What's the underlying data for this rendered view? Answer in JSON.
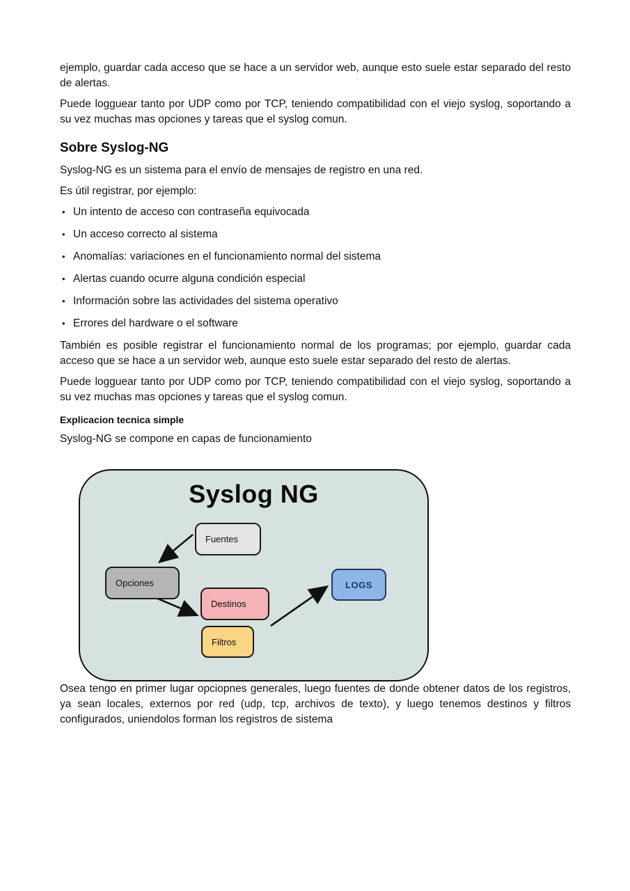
{
  "doc": {
    "bullet_glyph": "•",
    "intro_paragraphs": [
      "ejemplo, guardar cada acceso que se hace a un servidor web, aunque esto suele estar separado del resto de alertas.",
      "Puede logguear tanto por UDP como por TCP, teniendo compatibilidad con el viejo syslog, soportando a su vez muchas mas opciones y tareas que el syslog comun."
    ],
    "section_heading": "Sobre Syslog-NG",
    "section_paragraphs": [
      "Syslog-NG es un sistema para el envío de mensajes de registro en una red.",
      "Es útil registrar, por ejemplo:"
    ],
    "bullets": [
      "Un intento de acceso con contraseña equivocada",
      "Un acceso correcto al sistema",
      "Anomalías: variaciones en el funcionamiento normal del sistema",
      "Alertas cuando ocurre alguna condición especial",
      "Información sobre las actividades del sistema operativo",
      "Errores del hardware o el software"
    ],
    "after_bullets_paragraphs": [
      "También es posible registrar el funcionamiento normal de los programas; por ejemplo, guardar cada acceso que se hace a un servidor web, aunque esto suele estar separado del resto de alertas.",
      "Puede logguear tanto por UDP como por TCP, teniendo compatibilidad con el viejo syslog, soportando a su vez muchas mas opciones y tareas que el syslog comun."
    ],
    "sub_heading": "Explicacion tecnica simple",
    "sub_paragraph": "Syslog-NG se compone en capas de funcionamiento",
    "closing_paragraph": "Osea tengo en primer lugar opciopnes generales, luego fuentes de donde obtener datos de los registros, ya sean locales, externos por red (udp, tcp, archivos de texto), y luego tenemos destinos y filtros configurados, uniendolos forman los registros de sistema"
  },
  "diagram": {
    "title": "Syslog NG",
    "background_color": "#d5e2df",
    "nodes": [
      {
        "id": "fuentes",
        "label": "Fuentes",
        "fill": "#e4e4e4"
      },
      {
        "id": "opciones",
        "label": "Opciones",
        "fill": "#b5b5b5"
      },
      {
        "id": "destinos",
        "label": "Destinos",
        "fill": "#f5b3b7"
      },
      {
        "id": "filtros",
        "label": "Filtros",
        "fill": "#fad584"
      },
      {
        "id": "logs",
        "label": "LOGS",
        "fill": "#8db6e8",
        "text_color": "#1f3864"
      }
    ],
    "edges": [
      {
        "from": "fuentes",
        "to": "opciones"
      },
      {
        "from": "opciones",
        "to": "destinos"
      },
      {
        "from": "filtros",
        "to": "logs"
      }
    ]
  }
}
